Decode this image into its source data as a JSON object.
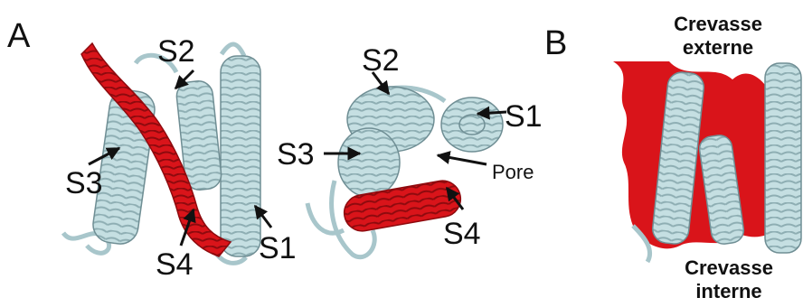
{
  "panels": {
    "a_label": "A",
    "b_label": "B"
  },
  "side_view": {
    "s1": "S1",
    "s2": "S2",
    "s3": "S3",
    "s4": "S4"
  },
  "top_view": {
    "s1": "S1",
    "s2": "S2",
    "s3": "S3",
    "s4": "S4",
    "pore": "Pore"
  },
  "panel_b": {
    "top_line1": "Crevasse",
    "top_line2": "externe",
    "bottom_line1": "Crevasse",
    "bottom_line2": "interne"
  },
  "colors": {
    "helix_light": "#c5dfe2",
    "helix_edge": "#6f8e94",
    "helix_red": "#d9141a",
    "red_dark": "#8e0a0e",
    "arrow": "#111111"
  }
}
